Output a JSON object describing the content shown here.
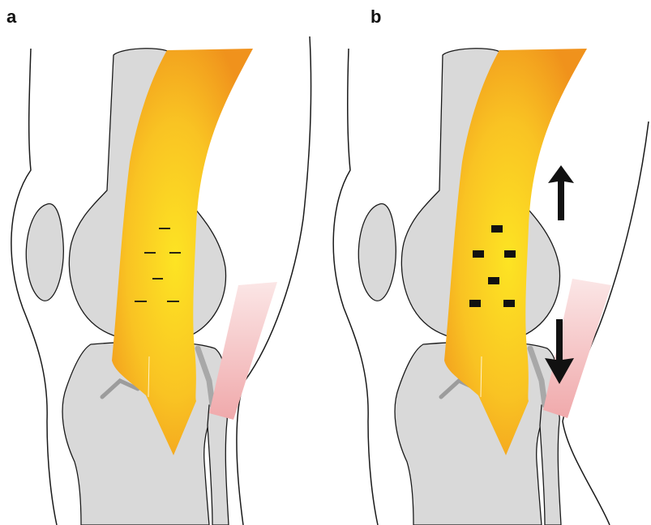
{
  "panels": {
    "a": {
      "label": "a",
      "marker_style": "thin-dash",
      "arrows": false
    },
    "b": {
      "label": "b",
      "marker_style": "bold-block",
      "arrows": true,
      "arrow_directions": [
        "up",
        "down"
      ]
    }
  },
  "colors": {
    "background": "#ffffff",
    "bone": "#d9d9d9",
    "outline": "#1a1a1a",
    "band_top": "#f0961e",
    "band_center": "#fde423",
    "band_bottom": "#f08c1c",
    "muscle": "#f3b9ba",
    "markers": "#111111"
  }
}
